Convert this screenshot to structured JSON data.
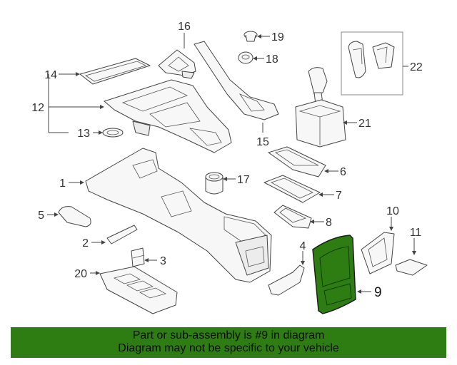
{
  "callouts": {
    "c1": "1",
    "c2": "2",
    "c3": "3",
    "c4": "4",
    "c5": "5",
    "c6": "6",
    "c7": "7",
    "c8": "8",
    "c9": "9",
    "c10": "10",
    "c11": "11",
    "c12": "12",
    "c13": "13",
    "c14": "14",
    "c15": "15",
    "c16": "16",
    "c17": "17",
    "c18": "18",
    "c19": "19",
    "c20": "20",
    "c21": "21",
    "c22": "22"
  },
  "highlighted_part": "9",
  "colors": {
    "highlight": "#2e7d12",
    "banner": "#2e7d12"
  },
  "banner": {
    "line1": "Part or sub-assembly is #9 in diagram",
    "line2": "Diagram may not be specific to your vehicle"
  }
}
